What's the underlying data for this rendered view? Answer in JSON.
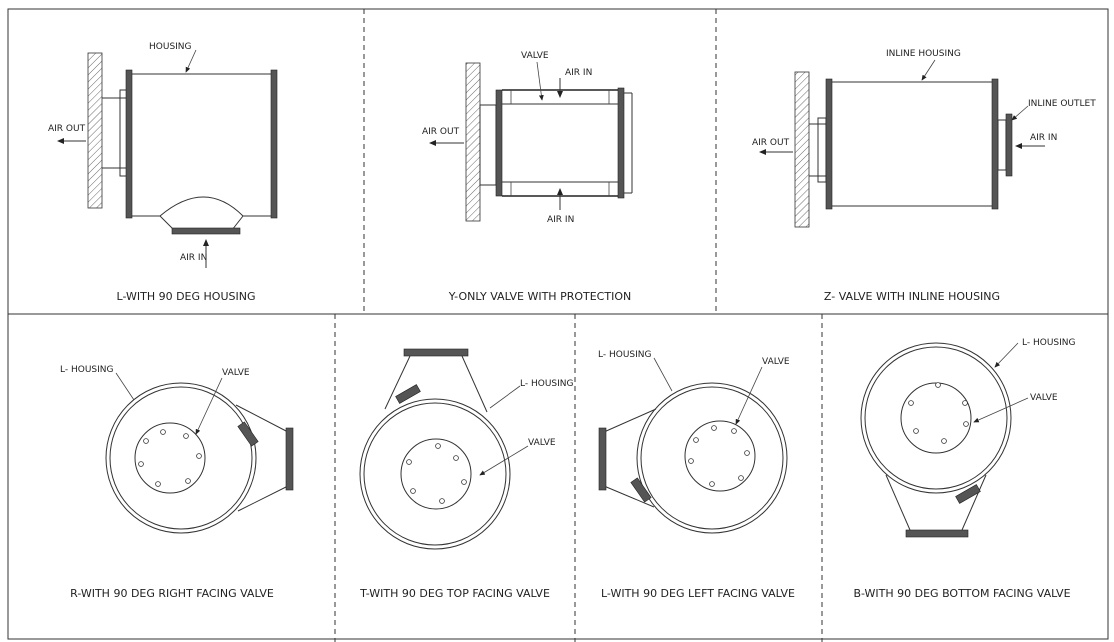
{
  "panels": {
    "l90": {
      "caption": "L-WITH 90 DEG HOUSING",
      "housing": "HOUSING",
      "air_out": "AIR OUT",
      "air_in": "AIR IN"
    },
    "y": {
      "caption": "Y-ONLY VALVE WITH PROTECTION",
      "valve": "VALVE",
      "air_in_top": "AIR IN",
      "air_out": "AIR OUT",
      "air_in_bottom": "AIR IN"
    },
    "z": {
      "caption": "Z- VALVE WITH INLINE HOUSING",
      "inline_housing": "INLINE HOUSING",
      "inline_outlet": "INLINE OUTLET",
      "air_in": "AIR IN",
      "air_out": "AIR OUT"
    },
    "r": {
      "caption": "R-WITH 90 DEG RIGHT FACING VALVE",
      "housing": "L- HOUSING",
      "valve": "VALVE"
    },
    "t": {
      "caption": "T-WITH 90 DEG TOP FACING VALVE",
      "housing": "L- HOUSING",
      "valve": "VALVE"
    },
    "lf": {
      "caption": "L-WITH 90 DEG LEFT FACING VALVE",
      "housing": "L- HOUSING",
      "valve": "VALVE"
    },
    "b": {
      "caption": "B-WITH 90 DEG BOTTOM FACING VALVE",
      "housing": "L- HOUSING",
      "valve": "VALVE"
    }
  }
}
